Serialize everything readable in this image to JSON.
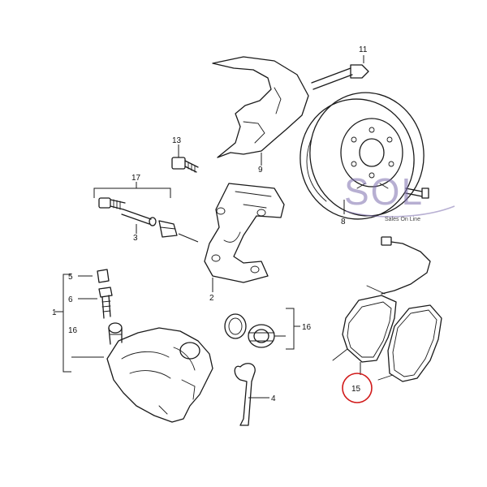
{
  "callouts": {
    "c1": "1",
    "c2": "2",
    "c3": "3",
    "c4": "4",
    "c5": "5",
    "c6": "6",
    "c8": "8",
    "c9": "9",
    "c11": "11",
    "c13": "13",
    "c15": "15",
    "c16a": "16",
    "c16b": "16",
    "c17": "17"
  },
  "highlight": {
    "target": "15",
    "color": "#d11a1a"
  },
  "watermark": {
    "brand": "SOL",
    "tagline": "Sales On Line",
    "color": "#7d6fae"
  }
}
